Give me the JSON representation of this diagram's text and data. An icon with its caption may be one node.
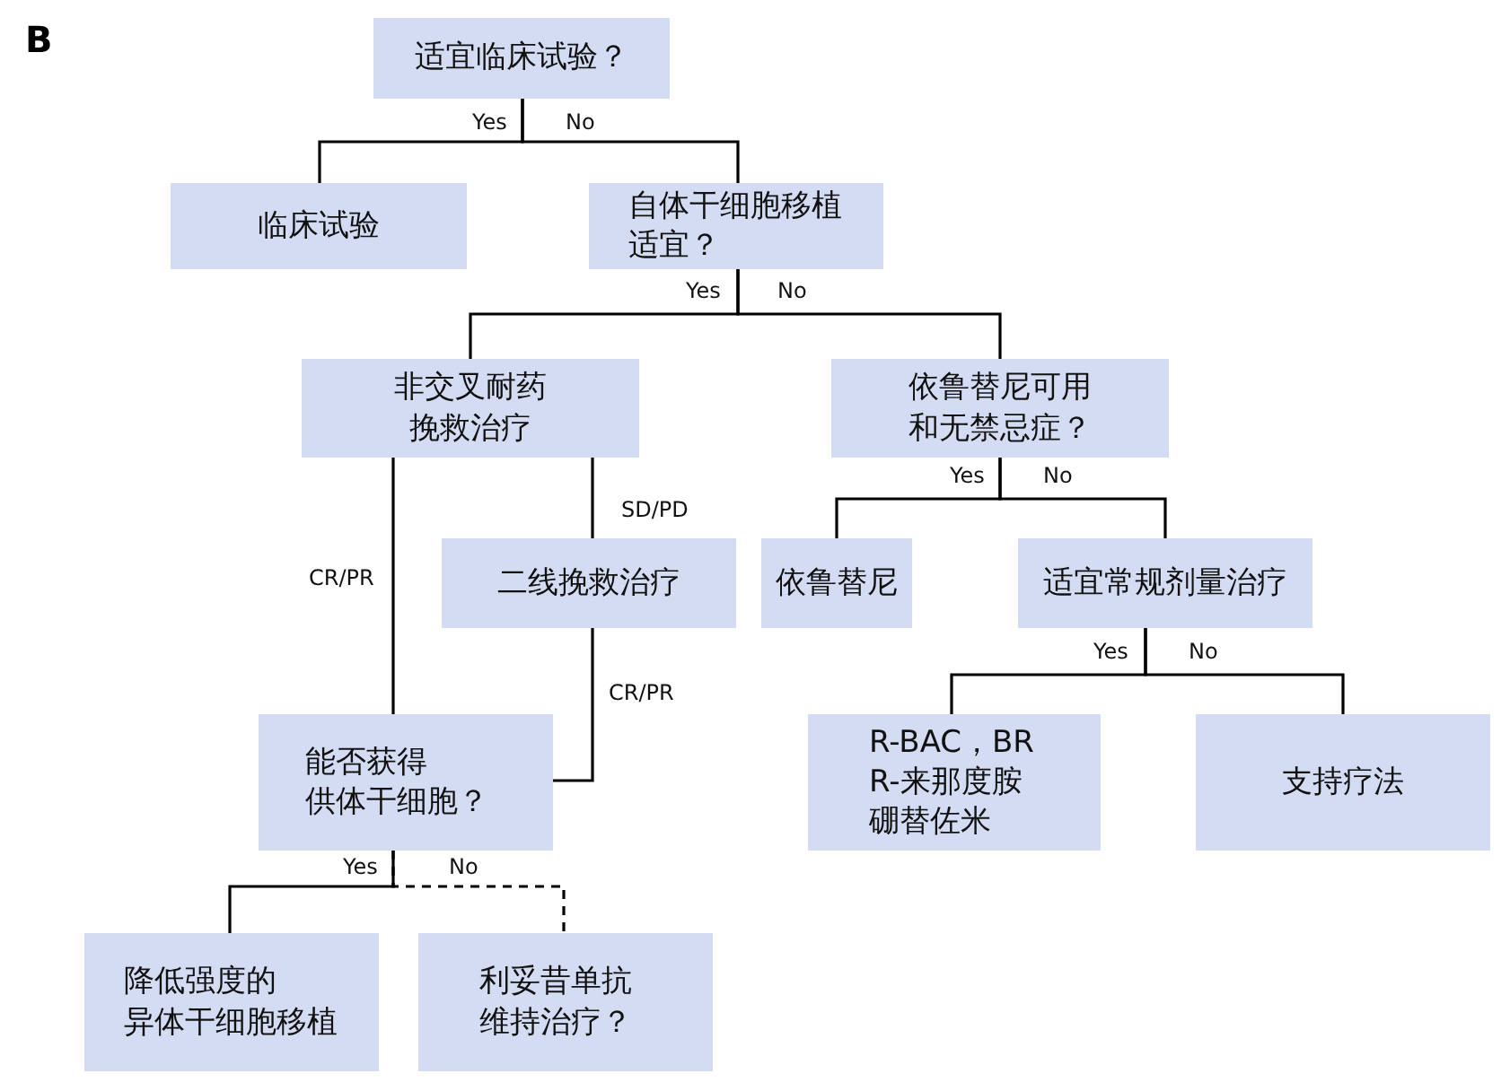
{
  "diagram": {
    "nodes": [
      {
        "text": [
          "适宜临床试验？"
        ]
      },
      {
        "text": [
          "临床试验"
        ]
      },
      {
        "text": [
          "自体干细胞移植适宜？"
        ]
      },
      {
        "text": [
          "非交叉耐药挽救治疗"
        ]
      },
      {
        "text": [
          "依鲁替尼可用和无禁忌症？"
        ]
      },
      {
        "text": [
          "二线挽救治疗"
        ]
      },
      {
        "text": [
          "依鲁替尼"
        ]
      },
      {
        "text": [
          "适宜常规剂量治疗"
        ]
      },
      {
        "text": [
          "能否获得供体干细胞？"
        ]
      },
      {
        "text": [
          "R-BAC，BR R-来那度胺硼替佐米"
        ]
      },
      {
        "text": [
          "支持疗法"
        ]
      },
      {
        "text": [
          "降低强度的异体干细胞移植"
        ]
      },
      {
        "text": [
          "利妥昔单抗维持治疗？"
        ]
      }
    ],
    "edges": [
      {
        "from": 0,
        "to": 1,
        "arrow": "none",
        "label": "Yes"
      },
      {
        "from": 0,
        "to": 2,
        "arrow": "none",
        "label": "No"
      },
      {
        "from": 2,
        "to": 3,
        "arrow": "none",
        "label": "Yes"
      },
      {
        "from": 2,
        "to": 4,
        "arrow": "none",
        "label": "No"
      },
      {
        "from": 3,
        "to": 8,
        "arrow": "none",
        "label": "CR/PR"
      },
      {
        "from": 3,
        "to": 5,
        "arrow": "none",
        "label": "SD/PD"
      },
      {
        "from": 5,
        "to": 8,
        "arrow": "none",
        "label": "CR/PR"
      },
      {
        "from": 4,
        "to": 6,
        "arrow": "none",
        "label": "Yes"
      },
      {
        "from": 4,
        "to": 7,
        "arrow": "none",
        "label": "No"
      },
      {
        "from": 7,
        "to": 9,
        "arrow": "none",
        "label": "Yes"
      },
      {
        "from": 7,
        "to": 10,
        "arrow": "none",
        "label": "No"
      },
      {
        "from": 8,
        "to": 11,
        "arrow": "none",
        "label": "Yes"
      },
      {
        "from": 8,
        "to": 12,
        "arrow": "none",
        "label": "No",
        "style": "dashed"
      }
    ],
    "labels": [
      "B"
    ]
  }
}
